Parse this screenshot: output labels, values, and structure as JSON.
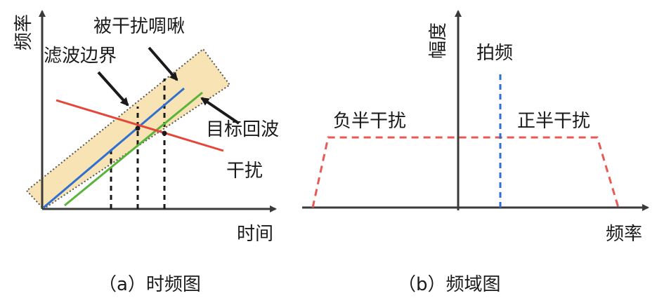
{
  "panel_a": {
    "axis_y": "频率",
    "axis_x": "时间",
    "label_jammed_chirp": "被干扰啁啾",
    "label_filter_boundary": "滤波边界",
    "label_target_echo": "目标回波",
    "label_interference": "干扰",
    "caption": "（a）时频图"
  },
  "panel_b": {
    "axis_y": "幅度",
    "axis_x": "频率",
    "label_beat": "拍频",
    "label_negative_half": "负半干扰",
    "label_positive_half": "正半干扰",
    "caption": "（b）频域图"
  },
  "colors": {
    "axis": "#3a3a3a",
    "band_fill": "#f7e3b4",
    "chirp_blue": "#2f6fd0",
    "echo_green": "#5ab43a",
    "interference_red": "#e6463a",
    "dash_black": "#1a1a1a",
    "spectrum_red": "#e85a55",
    "beat_blue": "#2f6fd0"
  }
}
